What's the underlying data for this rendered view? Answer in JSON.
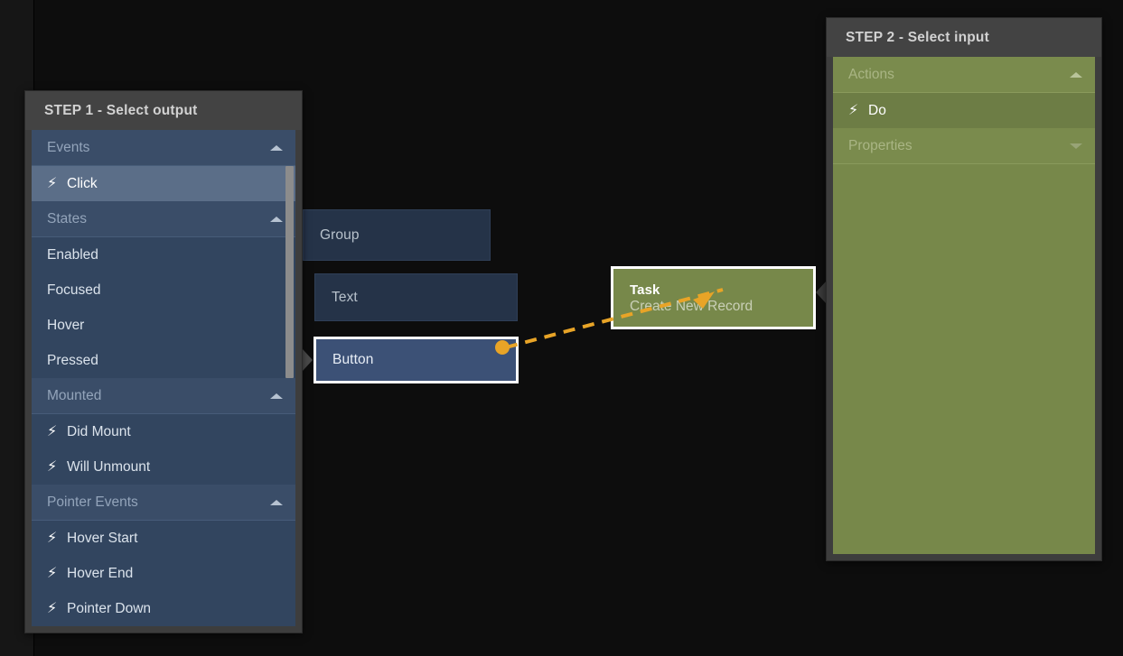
{
  "canvas": {
    "nodes": [
      {
        "name": "group-node",
        "title": "Group",
        "subtitle": ""
      },
      {
        "name": "text-node",
        "title": "Text",
        "subtitle": ""
      },
      {
        "name": "button-node",
        "title": "Button",
        "subtitle": ""
      },
      {
        "name": "task-node",
        "title": "Task",
        "subtitle": "Create New Record"
      }
    ],
    "edge": {
      "style": "dashed",
      "color": "#e8a427",
      "from": "button-node",
      "to": "task-node"
    }
  },
  "step1": {
    "header": "STEP 1 - Select output",
    "sections": [
      {
        "label": "Events",
        "chevron": "chevron-up-icon",
        "items": [
          {
            "label": "Click",
            "icon": "bolt-icon",
            "selected": true
          }
        ]
      },
      {
        "label": "States",
        "chevron": "chevron-up-icon",
        "items": [
          {
            "label": "Enabled",
            "icon": "",
            "selected": false
          },
          {
            "label": "Focused",
            "icon": "",
            "selected": false
          },
          {
            "label": "Hover",
            "icon": "",
            "selected": false
          },
          {
            "label": "Pressed",
            "icon": "",
            "selected": false
          }
        ]
      },
      {
        "label": "Mounted",
        "chevron": "chevron-up-icon",
        "items": [
          {
            "label": "Did Mount",
            "icon": "bolt-icon",
            "selected": false
          },
          {
            "label": "Will Unmount",
            "icon": "bolt-icon",
            "selected": false
          }
        ]
      },
      {
        "label": "Pointer Events",
        "chevron": "chevron-up-icon",
        "items": [
          {
            "label": "Hover Start",
            "icon": "bolt-icon",
            "selected": false
          },
          {
            "label": "Hover End",
            "icon": "bolt-icon",
            "selected": false
          },
          {
            "label": "Pointer Down",
            "icon": "bolt-icon",
            "selected": false
          }
        ]
      }
    ],
    "scrollbar": {
      "thumb_top_pct": 7,
      "thumb_height_pct": 43
    }
  },
  "step2": {
    "header": "STEP 2 - Select input",
    "sections": [
      {
        "label": "Actions",
        "chevron": "chevron-up-icon",
        "items": [
          {
            "label": "Do",
            "icon": "bolt-icon",
            "selected": true
          }
        ]
      },
      {
        "label": "Properties",
        "chevron": "chevron-down-icon",
        "items": []
      }
    ]
  },
  "colors": {
    "canvas_bg": "#0d0d0d",
    "panel_bg": "#3d3d3d",
    "blue_list": "#32455f",
    "blue_selected": "#5b6e88",
    "green_list": "#77884a",
    "green_selected": "#6d7d45",
    "edge_orange": "#e8a427",
    "node_blue": "#253348",
    "node_button_blue": "#3c5176",
    "node_task_green": "#77884a"
  },
  "glyphs": {
    "bolt": "⚡"
  }
}
